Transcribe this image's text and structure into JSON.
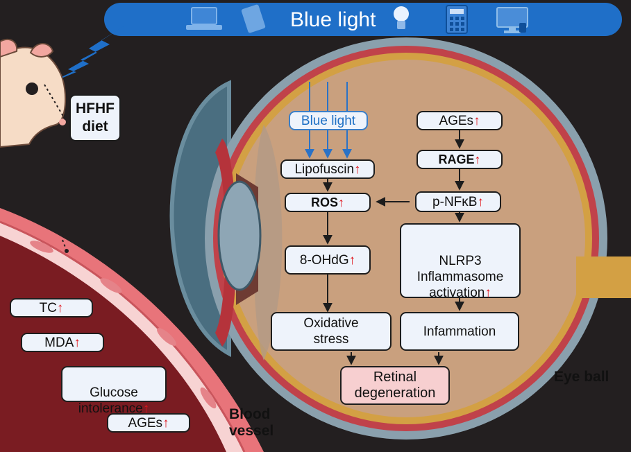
{
  "banner": {
    "title": "Blue light"
  },
  "diet": {
    "label": "HFHF\ndiet"
  },
  "blood": {
    "label": "Blood\nvessel",
    "markers": [
      {
        "text": "TC",
        "arrow": "↑"
      },
      {
        "text": "MDA",
        "arrow": "↑"
      },
      {
        "text": "Glucose\nintolerance",
        "arrow": "↑"
      },
      {
        "text": "AGEs",
        "arrow": "↑"
      }
    ]
  },
  "eye": {
    "label": "Eye ball",
    "blue_light": "Blue light",
    "lipofuscin": {
      "text": "Lipofuscin",
      "arrow": "↑"
    },
    "ros": {
      "text": "ROS",
      "arrow": "↑"
    },
    "ohdg": {
      "text": "8-OHdG",
      "arrow": "↑"
    },
    "oxidative": "Oxidative\nstress",
    "ages": {
      "text": "AGEs",
      "arrow": "↑"
    },
    "rage": {
      "text": "RAGE",
      "arrow": "↑"
    },
    "nfkb": {
      "text": "p-NFκB",
      "arrow": "↑"
    },
    "nlrp3": {
      "text": "NLRP3\nInflammasome\nactivation",
      "arrow": "↑"
    },
    "inflammation": "Infammation",
    "retinal": "Retinal\ndegeneration"
  },
  "colors": {
    "background": "#231f20",
    "banner": "#1f6fc8",
    "lightning": "#1f6fc8",
    "box_fill": "#eef3fb",
    "increase_arrow": "#e0141b",
    "retina": "#c9a07e",
    "vessel_wall": "#e8747a",
    "vessel_lumen": "#7a1c22"
  },
  "icons": [
    "laptop-icon",
    "tablet-icon",
    "light-bulb-icon",
    "calculator-icon",
    "desktop-monitor-icon",
    "lightning-icon",
    "mouse-icon"
  ]
}
